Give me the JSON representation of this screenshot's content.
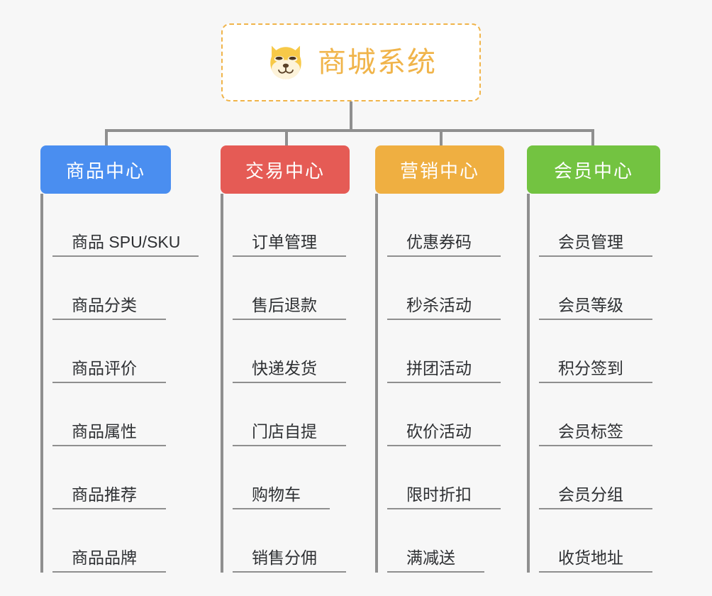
{
  "root": {
    "title": "商城系统",
    "logo_icon": "shiba-dog-icon",
    "border_color": "#f0b44a",
    "text_color": "#f0b44a"
  },
  "theme": {
    "background": "#f7f7f7",
    "connector": "#8f8f8f",
    "leaf_text": "#2e3033"
  },
  "columns": [
    {
      "title": "商品中心",
      "color": "#4a8ef0",
      "items": [
        "商品 SPU/SKU",
        "商品分类",
        "商品评价",
        "商品属性",
        "商品推荐",
        "商品品牌"
      ]
    },
    {
      "title": "交易中心",
      "color": "#e55b55",
      "items": [
        "订单管理",
        "售后退款",
        "快递发货",
        "门店自提",
        "购物车",
        "销售分佣"
      ]
    },
    {
      "title": "营销中心",
      "color": "#efaf41",
      "items": [
        "优惠券码",
        "秒杀活动",
        "拼团活动",
        "砍价活动",
        "限时折扣",
        "满减送"
      ]
    },
    {
      "title": "会员中心",
      "color": "#73c341",
      "items": [
        "会员管理",
        "会员等级",
        "积分签到",
        "会员标签",
        "会员分组",
        "收货地址"
      ]
    }
  ]
}
